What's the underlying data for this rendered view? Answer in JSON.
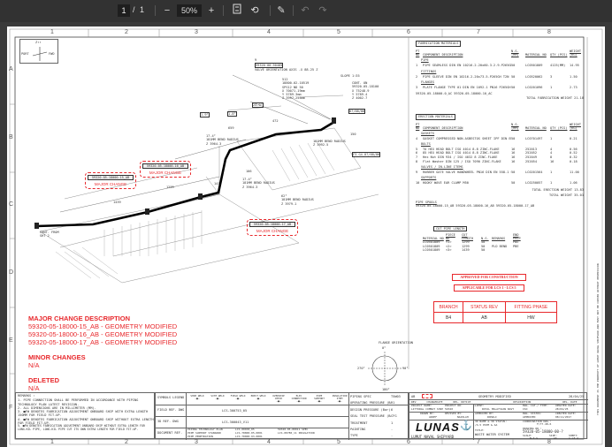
{
  "toolbar": {
    "page_current": "1",
    "page_sep": "/",
    "page_total": "1",
    "zoom": "50%",
    "zoom_out": "−",
    "zoom_in": "+"
  },
  "sheet": {
    "columns": [
      "1",
      "2",
      "3",
      "4",
      "5",
      "6",
      "7",
      "8"
    ],
    "rows": [
      "A",
      "B",
      "C",
      "D",
      "E",
      "F"
    ],
    "north_arrow": {
      "z": "Z↑↑",
      "port": "PORT",
      "fwd": "FWD"
    },
    "annotations": {
      "valve": [
        "9",
        "59320-00-50485",
        "VALVE ORIENTATION AXIS -X 88.25 Z"
      ],
      "coord": [
        "512",
        "18800-02-10519",
        "SPS12 ND 50",
        "X 70071.19mm",
        "Y 5789.3mm",
        "Z 3997.254mm"
      ],
      "slope": "SLOPE 1:35",
      "cont_on": [
        "CONT. ON",
        "59320-05-18100",
        "X 75248.9",
        "Y 5789.4",
        "Z 4002.7"
      ],
      "dims": [
        "24.9°",
        "1.9°",
        "1.8°",
        "472",
        "659",
        "87/88/86",
        "F3 G4 87/88/86",
        "1439",
        "1299",
        "141",
        "17.4°",
        "181MM BEND RADIUS",
        "Z 3964.3",
        "181MM BEND RADIUS",
        "Z 3992.5",
        "62°",
        "181MM BEND RADIUS",
        "Z 3979.1",
        "17.4°",
        "181MM BEND RADIUS",
        "Z 3964.3",
        "150",
        "106"
      ],
      "cont_from": [
        "CONT. FROM",
        "SHT 2"
      ]
    },
    "major_callouts": [
      {
        "id": "59320-05-18000-15_AB",
        "label": "MAJOR CHANGE"
      },
      {
        "id": "59320-05-18000-16_AB",
        "label": "MAJOR CHANGE"
      },
      {
        "id": "59320-05-18000-17_AB",
        "label": "MAJOR CHANGE"
      }
    ],
    "changes": {
      "major_title": "MAJOR CHANGE DESCRIPTION",
      "major_items": [
        "59320-05-18000-15_AB - GEOMETRY MODIFIED",
        "59320-05-18000-16_AB - GEOMETRY MODIFIED",
        "59320-05-18000-17_AB - GEOMETRY MODIFIED"
      ],
      "minor_title": "MINOR CHANGES",
      "minor_value": "N/A",
      "deleted_title": "DELETED",
      "deleted_value": "N/A"
    },
    "fabrication": {
      "title": "FABRICATION MATERIALS",
      "headers": [
        "PT NO",
        "COMPONENT DESCRIPTION",
        "N.S. (MM)",
        "MATERIAL NO",
        "QTY (PCS)",
        "WEIGHT (KG)"
      ],
      "groups": [
        {
          "name": "PIPE",
          "items": [
            [
              "1",
              "PIPE SEAMLESS DIN EN 10216-2-20x60.3-2.9-P265GH T2N",
              "50",
              "LC0501809",
              "4125(MM)",
              "14.95"
            ]
          ]
        },
        {
          "name": "FITTINGS",
          "items": [
            [
              "2",
              "PIPE SLEEVE DIN EN 10216-2-20x73-5-P265GH T2N",
              "50",
              "LC0520062",
              "3",
              "1.50"
            ]
          ]
        },
        {
          "name": "FLANGES",
          "items": [
            [
              "3",
              "PLATE FLANGE TYPE 01 DIN EN 1092-1 PN16 P265GH",
              "50",
              "LC0201096",
              "1",
              "2.73"
            ]
          ]
        }
      ],
      "spools": "59320-05-18000-0_AC  59320-05-18000-10_AC",
      "total": "TOTAL FABRICATION WEIGHT 21.18"
    },
    "erection": {
      "title": "ERECTION MATERIALS",
      "groups": [
        {
          "name": "GASKETS",
          "items": [
            [
              "4",
              "GASKET COMPRESSED NON-ASBESTOS SHEET IPF DIN EN 1514-1 PN16/50",
              "50",
              "LC0701497",
              "1",
              "0.21"
            ]
          ]
        },
        {
          "name": "BOLTS",
          "items": [
            [
              "5",
              "TO HEX HEAD BOLT ISO 4014 8.8 ZINC-FLAKE",
              "16",
              "252013",
              "4",
              "0.56"
            ],
            [
              "6",
              "85 HEX HEAD BOLT ISO 4014 8.8 ZINC-FLAKE",
              "16",
              "252052",
              "4",
              "0.52"
            ],
            [
              "7",
              "Hex Nut DIN 934 / ISO 4032 8 ZINC-FLAKE",
              "16",
              "252049",
              "8",
              "0.32"
            ],
            [
              "8",
              "Flat Washer DIN 125 / ISO 7090 ZINC-FLAKE",
              "16",
              "252054",
              "16",
              "0.18"
            ]
          ]
        },
        {
          "name": "VALVES / IN-LINE ITEMS",
          "items": [
            [
              "9",
              "RUBBER GATE VALVE HANDWHEEL PN16 DIN EN 558-1 SERIES",
              "50",
              "LC0201564",
              "1",
              "11.00"
            ]
          ]
        },
        {
          "name": "SUPPORTS",
          "items": [
            [
              "10",
              "HOOKY WAVE EAR CLAMP M50",
              "50",
              "LC0250057",
              "1",
              "1.06"
            ]
          ]
        }
      ],
      "total_erection": "TOTAL ERECTION WEIGHT 13.83",
      "total": "TOTAL WEIGHT 35.01"
    },
    "pipe_spools": {
      "title": "PIPE SPOOLS",
      "value": "59320-05-18000-15_AB  59320-05-18000-16_AB  59320-05-18000-17_AB"
    },
    "cut_pipe": {
      "title": "CUT PIPE LENGTH",
      "headers": [
        "MATERIAL NO",
        "PIECE NO",
        "CUT LENGTH",
        "N.S.",
        "REMARKS",
        "END PREP"
      ],
      "rows": [
        [
          "LC0501809",
          "<1>",
          "1299",
          "50",
          "",
          "PBE"
        ],
        [
          "LC0501809",
          "<2>",
          "1299",
          "50",
          "PLD BEND",
          "PBE"
        ],
        [
          "LC0501809",
          "<3>",
          "1439",
          "50",
          "",
          ""
        ]
      ]
    },
    "stamps": [
      "APPROVED FOR CONSTRUCTION",
      "APPLICABLE FOR LCS 1 - LCS 5"
    ],
    "rev_table": {
      "headers": [
        "BRANCH",
        "STATUS REV",
        "FITTING PHASE"
      ],
      "values": [
        "B4",
        "AB",
        "HW"
      ]
    },
    "flange_orientation": {
      "title": "FLANGE ORIENTATION",
      "angles": [
        "0°",
        "90°",
        "180°",
        "270°"
      ]
    },
    "remarks": {
      "title": "REMARKS :",
      "items": [
        "1. PIPE CONNECTION SHALL BE PERFORMED IN ACCORDANCE WITH PIPING TECHNOLOGY PLAN LATEST REVISION.",
        "2. ALL DIMENSIONS ARE IN MILLIMETER (MM).",
        "3. ■FW DENOTES FABRICATION ADJUSTMENT ONBOARD SHIP WITH EXTRA LENGTH 150MM FOR FIELD FIT-UP.",
        "4. ■FW DENOTES FABRICATION ADJUSTMENT ONBOARD SHIP WITHOUT EXTRA LENGTH FOR FIELD FIT-UP.",
        "5. ■FW DENOTES FABRICATION ADJUSTMENT ONBOARD SHIP WITHOUT EXTRA LENGTH FOR LONG-KIL PIPE, LONG-KIL PIPE CUT ITS OWN EXTRA LENGTH FOR FIELD FIT-UP."
      ]
    },
    "legend": {
      "rows": [
        "SYMBOLS LEGEND",
        "FIELD REF. DWG",
        "3D REF. DWG",
        "DOCUMENT REF."
      ],
      "symbols": [
        "SHOP WELD",
        "SITE WELD",
        "FIELD WELD",
        "ERECT WELD",
        "OVERSHIP CHECK",
        "ELEC CONNECTION",
        "PIPE SUPPORT",
        "INSULATION ITEM"
      ],
      "field_ref": "LCS-300753_05",
      "ref3d": "LCS-300043_V11",
      "docs": [
        "PIPING TECHNOLOGY PLAN",
        "PIPE SUPPORT STANDARD",
        "PIPE PENETRATION",
        "LCS-00038_05",
        "LCS-78800-05-0001",
        "LCS-70000-93-0001",
        "59320-05-00011 SPEC",
        "LCS-00780_11 INSULATION"
      ]
    },
    "pipe_spec": {
      "rows": [
        [
          "PIPING SPEC",
          "T5W03"
        ],
        [
          "OPERATING PRESSURE (Bar)",
          "R1"
        ],
        [
          "DESIGN PRESSURE (Bar)",
          "6"
        ],
        [
          "SEAL TEST PRESSURE (Bar)",
          "CFG"
        ],
        [
          "TREATMENT",
          "1"
        ],
        [
          "PAINTING",
          "-"
        ],
        [
          "TYPE",
          "-"
        ]
      ]
    },
    "title_block": {
      "rev": "AB",
      "rev_desc": "GEOMETRY MODIFIED",
      "rev_date": "28/04/25",
      "rev_headers": [
        "REV",
        "CHANGEDATE",
        "REL. NOTICE",
        "DESCRIPTION",
        "REL. DATE"
      ],
      "project_name_l": "PROJECT NAME:",
      "project_name": "LITTORAL COMBAT SHIP",
      "project_no_l": "PROJECT NO:",
      "project_no": "59320",
      "client_l": "CLIENT:",
      "client": "ROYAL MALAYSIAN NAVY",
      "dwg_cat_l": "DWG. CAT./ TYPE:",
      "dwg_cat": "ISO",
      "updated_l": "UPDATED DATE:",
      "updated": "28/04/25",
      "drawn_l": "DRAWN BY:",
      "drawn": "ARIEF",
      "revised_l": "REVISED BY:",
      "revised": "NAZILAH",
      "approved_l": "APPROVED BY:",
      "approved": "ROHALI",
      "status_l": "DWG. STATUS:",
      "status": "APPROVED",
      "created_l": "CREATED DATE:",
      "created": "08/11/2017",
      "block_l": "3D NAME & 3D STATUS:",
      "block": "/4-5 PIPE & AA",
      "coord_l": "COORDINATION DWG.:",
      "coord": "F/77-48-6",
      "title_l": "TITLE:",
      "title": "WASTE WATER SYSTEM",
      "drawing_no_l": "DRAWING NO.:",
      "drawing_no": "59320-05-18000-00-?",
      "scale_l": "SCALE:",
      "scale": "N.T.S",
      "size_l": "SIZE:",
      "size": "A3",
      "sheet_l": "SHEET:",
      "sheet": "1 of 2",
      "company": "LUMUT NAVAL SHIPYARD",
      "logo": "LUNAS"
    },
    "side_strip": "THIS DOCUMENT IS THE PROPERTY OF LUMUT NAVAL SHIPYARD AND MUST NOT BE COPIED WITHOUT PERMISSION"
  }
}
